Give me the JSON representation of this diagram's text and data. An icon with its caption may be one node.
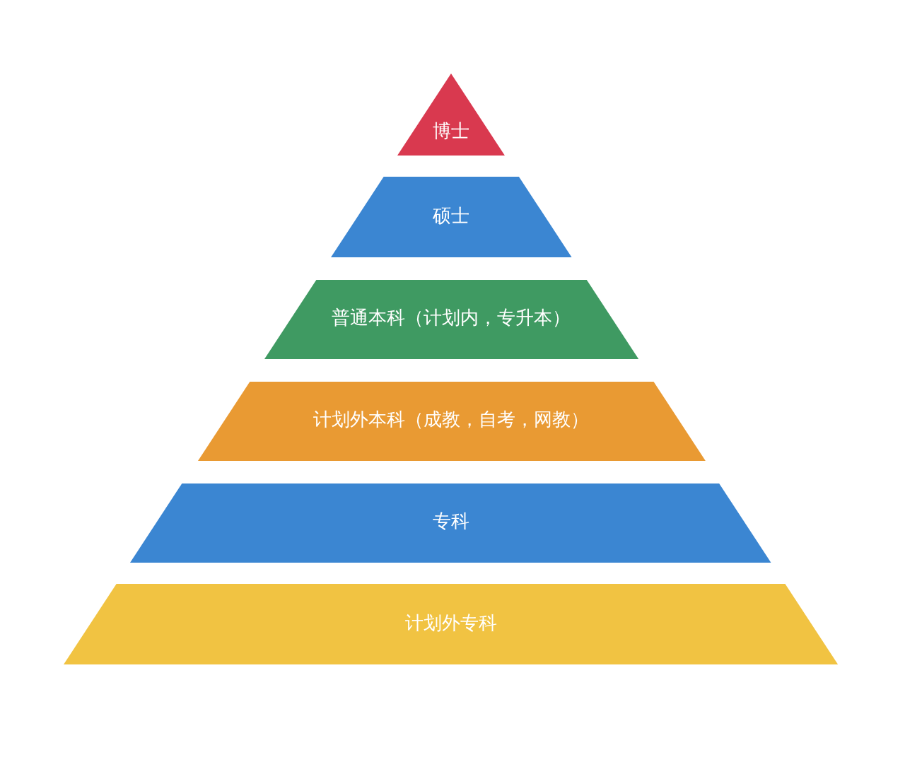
{
  "diagram": {
    "nodes": [
      {
        "text": [
          "博士"
        ]
      },
      {
        "text": [
          "硕士"
        ]
      },
      {
        "text": [
          "普通本科（计划内，专升本）"
        ]
      },
      {
        "text": [
          "计划外本科（成教，自考，网教）"
        ]
      },
      {
        "text": [
          "专科"
        ]
      },
      {
        "text": [
          "计划外专科"
        ]
      }
    ]
  }
}
